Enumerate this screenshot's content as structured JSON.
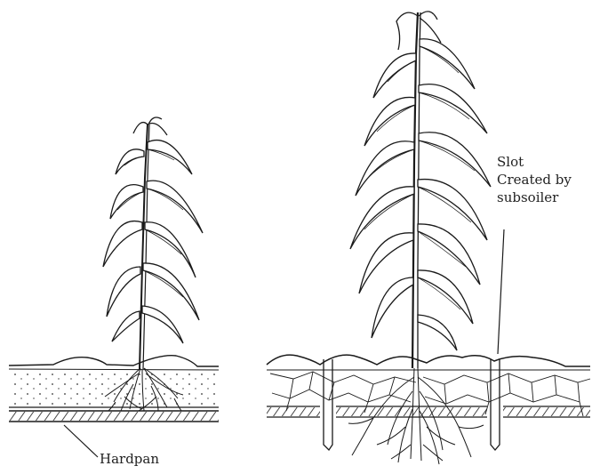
{
  "labels": {
    "hardpan": "Hardpan",
    "slot_line1": "Slot",
    "slot_line2": "Created by",
    "slot_line3": "subsoiler"
  },
  "colors": {
    "ink": "#1a1a1a",
    "background": "#ffffff"
  }
}
